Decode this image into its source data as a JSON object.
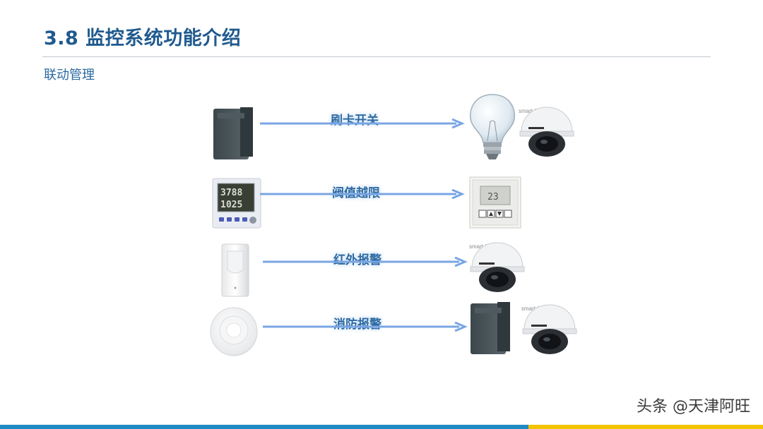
{
  "header": {
    "title": "3.8 监控系统功能介绍",
    "subtitle": "联动管理"
  },
  "rows": [
    {
      "label": "刷卡开关",
      "source_icon": "card-reader-icon",
      "target_icons": [
        "light-bulb-icon",
        "dome-camera-icon"
      ]
    },
    {
      "label": "阀值越限",
      "source_icon": "sensor-display-icon",
      "target_icons": [
        "thermostat-panel-icon"
      ]
    },
    {
      "label": "红外报警",
      "source_icon": "infrared-detector-icon",
      "target_icons": [
        "dome-camera-icon"
      ]
    },
    {
      "label": "消防报警",
      "source_icon": "smoke-detector-icon",
      "target_icons": [
        "card-reader-icon",
        "dome-camera-icon"
      ]
    }
  ],
  "device_text": {
    "sensor_line1": "3788",
    "sensor_line2": "1025",
    "thermostat_value": "23",
    "camera_label": "smart IPC"
  },
  "watermark": "头条 @天津阿旺",
  "colors": {
    "title": "#1f5a8e",
    "arrow": "#5b8fd6",
    "bar_blue": "#1e8bc3",
    "bar_yellow": "#f2c400"
  }
}
